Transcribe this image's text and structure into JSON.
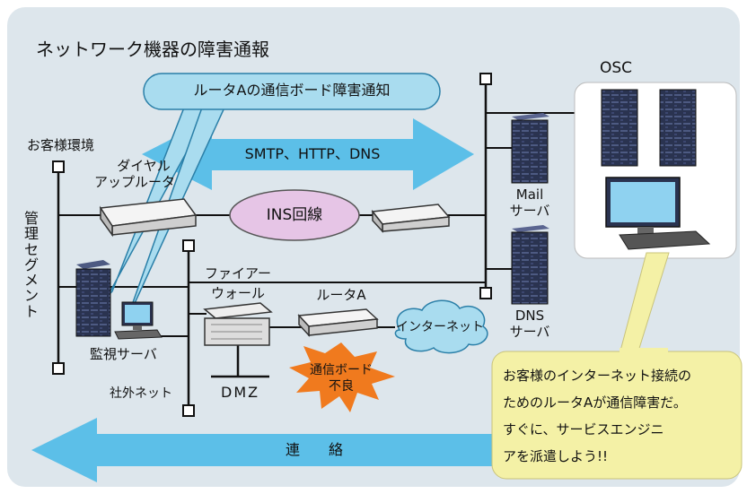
{
  "diagram": {
    "title": "ネットワーク機器の障害通報",
    "osc_label": "OSC",
    "notice_bubble": "ルータAの通信ボード障害通知",
    "protocols_arrow": "SMTP、HTTP、DNS",
    "customer_env_label": "お客様環境",
    "mgmt_segment_chars": [
      "管",
      "理",
      "セ",
      "グ",
      "メ",
      "ン",
      "ト"
    ],
    "dialup_router_line1": "ダイヤル",
    "dialup_router_line2": "アップルータ",
    "ins_line": "INS回線",
    "mail_server_line1": "Mail",
    "mail_server_line2": "サーバ",
    "dns_server_line1": "DNS",
    "dns_server_line2": "サーバ",
    "firewall_line1": "ファイアー",
    "firewall_line2": "ウォール",
    "router_a": "ルータA",
    "internet": "インターネット",
    "burst_line1": "通信ボード",
    "burst_line2": "不良",
    "monitor_server": "監視サーバ",
    "external_net": "社外ネット",
    "dmz": "DMZ",
    "contact_arrow": "連　　絡",
    "callout_lines": [
      "お客様のインターネット接続の",
      "ためのルータAが通信障害だ。",
      "すぐに、サービスエンジニ",
      "アを派遣しよう!!"
    ],
    "colors": {
      "background_panel": "#dde6ec",
      "arrow_blue": "#5cbfe8",
      "bubble_fill": "#a9dcef",
      "ellipse_fill": "#e6c5e6",
      "burst_fill": "#f07a1e",
      "callout_fill": "#f4f1a6",
      "rack_dark": "#2a3350"
    }
  }
}
